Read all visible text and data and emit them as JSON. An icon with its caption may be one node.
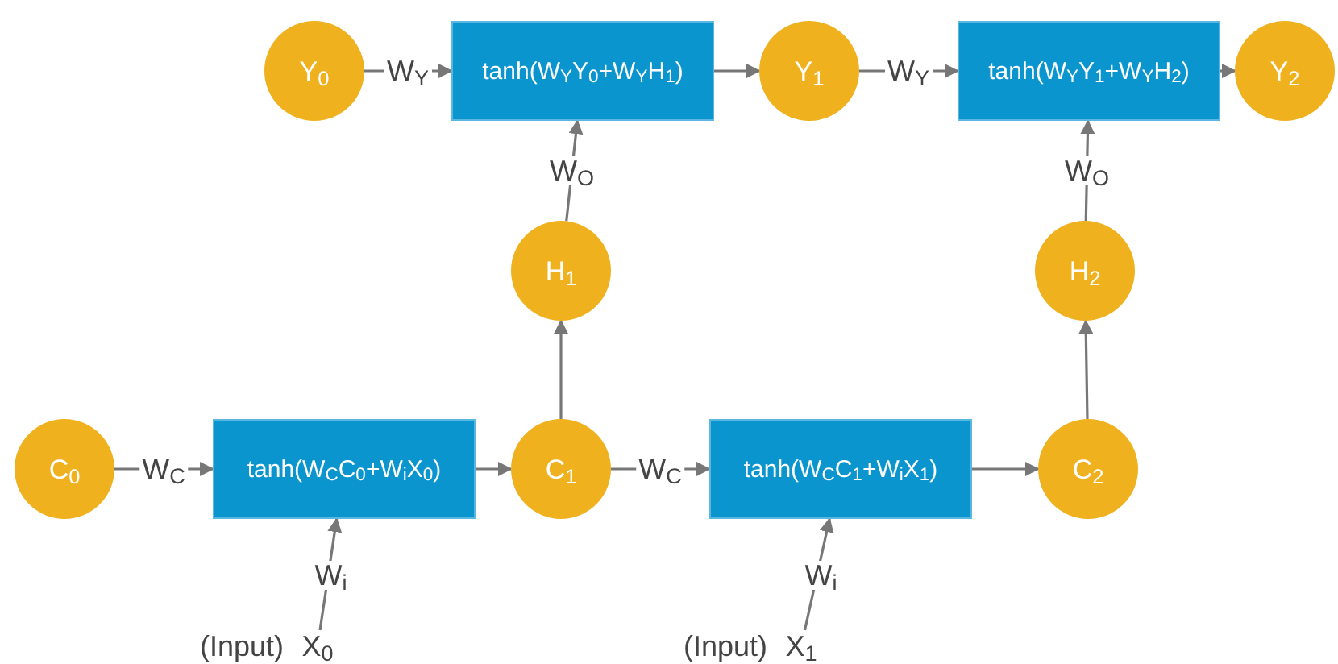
{
  "diagram": {
    "nodes": [
      {
        "text": [
          "Y$_{0}$"
        ]
      },
      {
        "text": [
          "tanh(W$_{Y}$Y$_{0}$+W$_{Y}$H$_{1}$)"
        ]
      },
      {
        "text": [
          "Y$_{1}$"
        ]
      },
      {
        "text": [
          "tanh(W$_{Y}$Y$_{1}$+W$_{Y}$H$_{2}$)"
        ]
      },
      {
        "text": [
          "Y$_{2}$"
        ]
      },
      {
        "text": [
          "H$_{1}$"
        ]
      },
      {
        "text": [
          "H$_{2}$"
        ]
      },
      {
        "text": [
          "C$_{0}$"
        ]
      },
      {
        "text": [
          "tanh(W$_{C}$C$_{0}$+W$_{i}$X$_{0}$)"
        ]
      },
      {
        "text": [
          "C$_{1}$"
        ]
      },
      {
        "text": [
          "tanh(W$_{C}$C$_{1}$+W$_{i}$X$_{1}$)"
        ]
      },
      {
        "text": [
          "C$_{2}$"
        ]
      },
      {
        "text": [
          "X$_{0}$"
        ],
        "beside": [
          "(Input)"
        ]
      },
      {
        "text": [
          "X$_{1}$"
        ],
        "beside": [
          "(Input)"
        ]
      }
    ],
    "edges": [
      {
        "from": 0,
        "to": 1,
        "arrow": "to",
        "label": "W$_{Y}$"
      },
      {
        "from": 1,
        "to": 2,
        "arrow": "to"
      },
      {
        "from": 2,
        "to": 3,
        "arrow": "to",
        "label": "W$_{Y}$"
      },
      {
        "from": 3,
        "to": 4,
        "arrow": "to"
      },
      {
        "from": 5,
        "to": 1,
        "arrow": "to",
        "label": "W$_{O}$"
      },
      {
        "from": 6,
        "to": 3,
        "arrow": "to",
        "label": "W$_{O}$"
      },
      {
        "from": 9,
        "to": 5,
        "arrow": "to"
      },
      {
        "from": 11,
        "to": 6,
        "arrow": "to"
      },
      {
        "from": 7,
        "to": 8,
        "arrow": "to",
        "label": "W$_{C}$"
      },
      {
        "from": 8,
        "to": 9,
        "arrow": "to"
      },
      {
        "from": 9,
        "to": 10,
        "arrow": "to",
        "label": "W$_{C}$"
      },
      {
        "from": 10,
        "to": 11,
        "arrow": "to"
      },
      {
        "from": 12,
        "to": 8,
        "arrow": "to",
        "label": "W$_{i}$"
      },
      {
        "from": 13,
        "to": 10,
        "arrow": "to",
        "label": "W$_{i}$"
      }
    ]
  }
}
